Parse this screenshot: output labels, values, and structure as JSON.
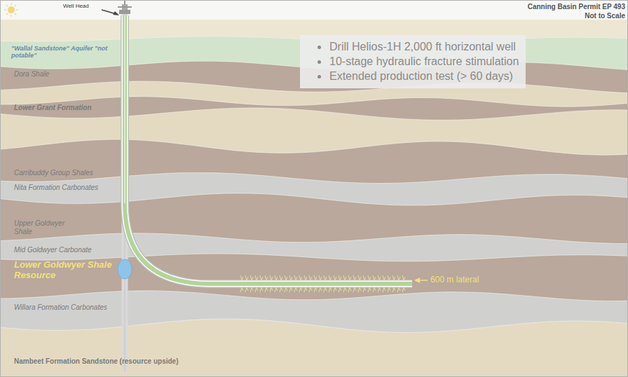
{
  "diagram": {
    "nodes": [
      {
        "text": [
          "Drill Helios-1H 2,000 ft horizontal well",
          "10-stage hydraulic fracture stimulation",
          "Extended production test (> 60 days)"
        ]
      }
    ],
    "labels": [
      "Well Head",
      "Canning Basin Permit EP 493",
      "Not to Scale",
      "\"Wallal Sandstone\" Aquifer \"not potable\"",
      "Dora Shale",
      "Lower Grant Formation",
      "Carribuddy Group Shales",
      "Nita Formation Carbonates",
      "Upper Goldwyer Shale",
      "Mid Goldwyer Carbonate",
      "Lower Goldwyer Shale Resource",
      "Willara Formation Carbonates",
      "Nambeet Formation Sandstone (resource upside)",
      "600 m lateral"
    ]
  }
}
